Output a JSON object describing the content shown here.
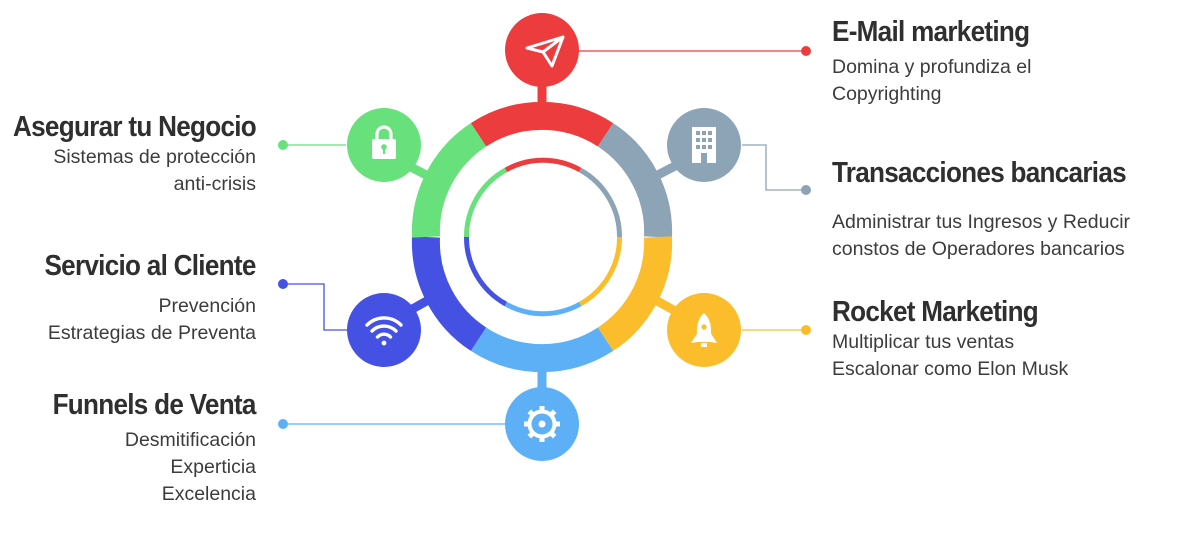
{
  "colors": {
    "red": "#ec3c3e",
    "slate": "#8da4b7",
    "yellow": "#fbbd2b",
    "light_blue": "#5eb0f6",
    "indigo": "#4451e3",
    "green": "#68e07c"
  },
  "items": [
    {
      "key": "email",
      "title": "E-Mail marketing",
      "lines": [
        "Domina y profundiza el",
        "Copyrighting"
      ],
      "icon": "paper-plane-icon",
      "color": "#ec3c3e"
    },
    {
      "key": "bank",
      "title": "Transacciones bancarias",
      "lines": [
        "Administrar tus Ingresos y Reducir",
        "constos de Operadores bancarios"
      ],
      "icon": "building-icon",
      "color": "#8da4b7"
    },
    {
      "key": "rocket",
      "title": "Rocket Marketing",
      "lines": [
        "Multiplicar tus ventas",
        "Escalonar como Elon Musk"
      ],
      "icon": "rocket-icon",
      "color": "#fbbd2b"
    },
    {
      "key": "funnels",
      "title": "Funnels de Venta",
      "lines": [
        "Desmitificación",
        "Experticia",
        "Excelencia"
      ],
      "icon": "gear-icon",
      "color": "#5eb0f6"
    },
    {
      "key": "service",
      "title": "Servicio al Cliente",
      "lines": [
        "Prevención",
        "Estrategias de Preventa"
      ],
      "icon": "wifi-icon",
      "color": "#4451e3"
    },
    {
      "key": "secure",
      "title": "Asegurar tu Negocio",
      "lines": [
        "Sistemas de protección",
        "anti-crisis"
      ],
      "icon": "lock-icon",
      "color": "#68e07c"
    }
  ]
}
